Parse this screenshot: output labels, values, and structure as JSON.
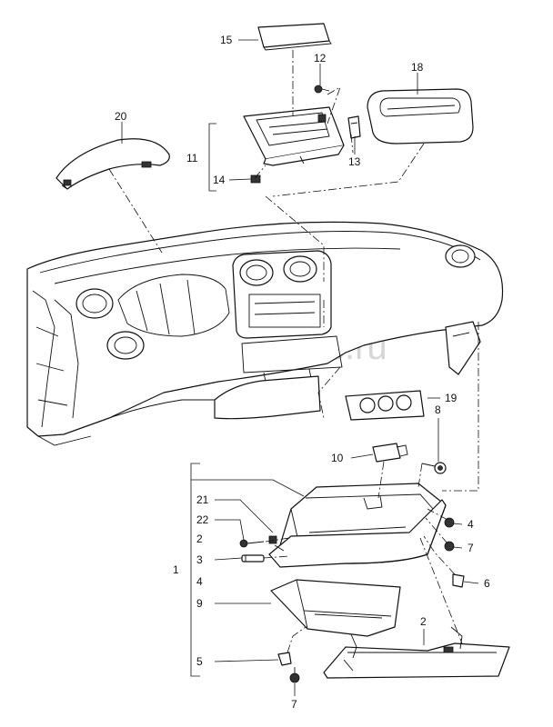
{
  "watermark": "vagdoc.ru",
  "callouts": [
    {
      "id": "15",
      "text": "15"
    },
    {
      "id": "12",
      "text": "12"
    },
    {
      "id": "18",
      "text": "18"
    },
    {
      "id": "20",
      "text": "20"
    },
    {
      "id": "11",
      "text": "11"
    },
    {
      "id": "13",
      "text": "13"
    },
    {
      "id": "14",
      "text": "14"
    },
    {
      "id": "19",
      "text": "19"
    },
    {
      "id": "8",
      "text": "8"
    },
    {
      "id": "10",
      "text": "10"
    },
    {
      "id": "21",
      "text": "21"
    },
    {
      "id": "22",
      "text": "22"
    },
    {
      "id": "2a",
      "text": "2"
    },
    {
      "id": "3",
      "text": "3"
    },
    {
      "id": "1",
      "text": "1"
    },
    {
      "id": "4a",
      "text": "4"
    },
    {
      "id": "9",
      "text": "9"
    },
    {
      "id": "5",
      "text": "5"
    },
    {
      "id": "7a",
      "text": "7"
    },
    {
      "id": "4b",
      "text": "4"
    },
    {
      "id": "7b",
      "text": "7"
    },
    {
      "id": "6",
      "text": "6"
    },
    {
      "id": "2b",
      "text": "2"
    }
  ]
}
